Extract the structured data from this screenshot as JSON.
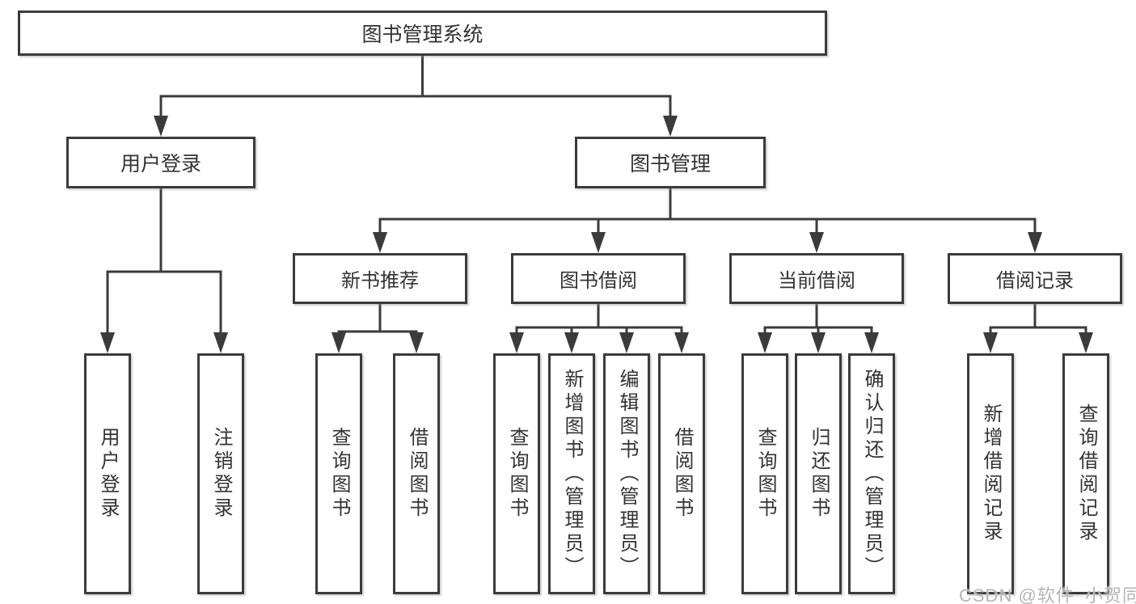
{
  "diagram": {
    "root": {
      "label": "图书管理系统"
    },
    "branches": [
      {
        "label": "用户登录",
        "leaves": [
          "用户登录",
          "注销登录"
        ]
      },
      {
        "label": "图书管理",
        "sections": [
          {
            "label": "新书推荐",
            "leaves": [
              "查询图书",
              "借阅图书"
            ]
          },
          {
            "label": "图书借阅",
            "leaves": [
              "查询图书",
              "新增图书（管理员）",
              "编辑图书（管理员）",
              "借阅图书"
            ]
          },
          {
            "label": "当前借阅",
            "leaves": [
              "查询图书",
              "归还图书",
              "确认归还（管理员）"
            ]
          },
          {
            "label": "借阅记录",
            "leaves": [
              "新增借阅记录",
              "查询借阅记录"
            ]
          }
        ]
      }
    ]
  },
  "watermark": {
    "text": "CSDN @软件_小贺同学"
  },
  "colors": {
    "line": "#3b3b3b",
    "text": "#333333",
    "watermark": "#b5b5b5",
    "background": "#ffffff"
  }
}
